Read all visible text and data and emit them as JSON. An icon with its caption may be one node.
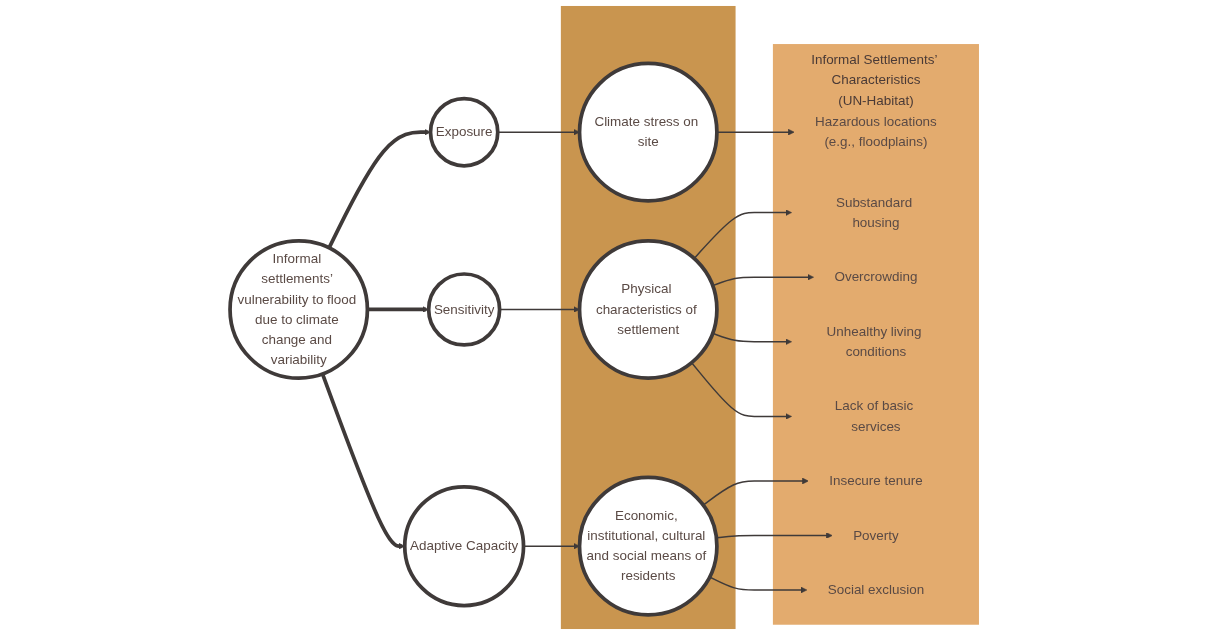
{
  "diagram": {
    "nodes": [
      {
        "text": [
          "Informal settlements’ vulnerability to flood due to climate change and variability"
        ]
      },
      {
        "text": [
          "Exposure"
        ]
      },
      {
        "text": [
          "Sensitivity"
        ]
      },
      {
        "text": [
          "Adaptive Capacity"
        ]
      },
      {
        "text": [],
        "shape": "band"
      },
      {
        "text": [
          "Climate stress on site"
        ],
        "in": 4
      },
      {
        "text": [
          "Physical characteristics of settlement"
        ],
        "in": 4
      },
      {
        "text": [
          "Economic, institutional, cultural and social means of residents"
        ],
        "in": 4
      },
      {
        "text": [
          "Informal Settlements’ Characteristics",
          "(UN-Habitat)"
        ]
      },
      {
        "text": [
          "Hazardous locations",
          "(e.g., floodplains)"
        ],
        "in": 8
      },
      {
        "text": [
          "Substandard housing"
        ],
        "in": 8
      },
      {
        "text": [
          "Overcrowding"
        ],
        "in": 8
      },
      {
        "text": [
          "Unhealthy living conditions"
        ],
        "in": 8
      },
      {
        "text": [
          "Lack of basic services"
        ],
        "in": 8
      },
      {
        "text": [
          "Insecure tenure"
        ],
        "in": 8
      },
      {
        "text": [
          "Poverty"
        ],
        "in": 8
      },
      {
        "text": [
          "Social exclusion"
        ],
        "in": 8
      }
    ],
    "edges": [
      {
        "from": 0,
        "to": 1,
        "arrow": "to",
        "style": "thick"
      },
      {
        "from": 0,
        "to": 2,
        "arrow": "to",
        "style": "thick"
      },
      {
        "from": 0,
        "to": 3,
        "arrow": "to",
        "style": "thick"
      },
      {
        "from": 1,
        "to": 5,
        "arrow": "to"
      },
      {
        "from": 2,
        "to": 6,
        "arrow": "to"
      },
      {
        "from": 3,
        "to": 7,
        "arrow": "to"
      },
      {
        "from": 5,
        "to": 9,
        "arrow": "to"
      },
      {
        "from": 6,
        "to": 10,
        "arrow": "to"
      },
      {
        "from": 6,
        "to": 11,
        "arrow": "to"
      },
      {
        "from": 6,
        "to": 12,
        "arrow": "to"
      },
      {
        "from": 6,
        "to": 13,
        "arrow": "to"
      },
      {
        "from": 7,
        "to": 14,
        "arrow": "to"
      },
      {
        "from": 7,
        "to": 15,
        "arrow": "to"
      },
      {
        "from": 7,
        "to": 16,
        "arrow": "to"
      }
    ]
  }
}
